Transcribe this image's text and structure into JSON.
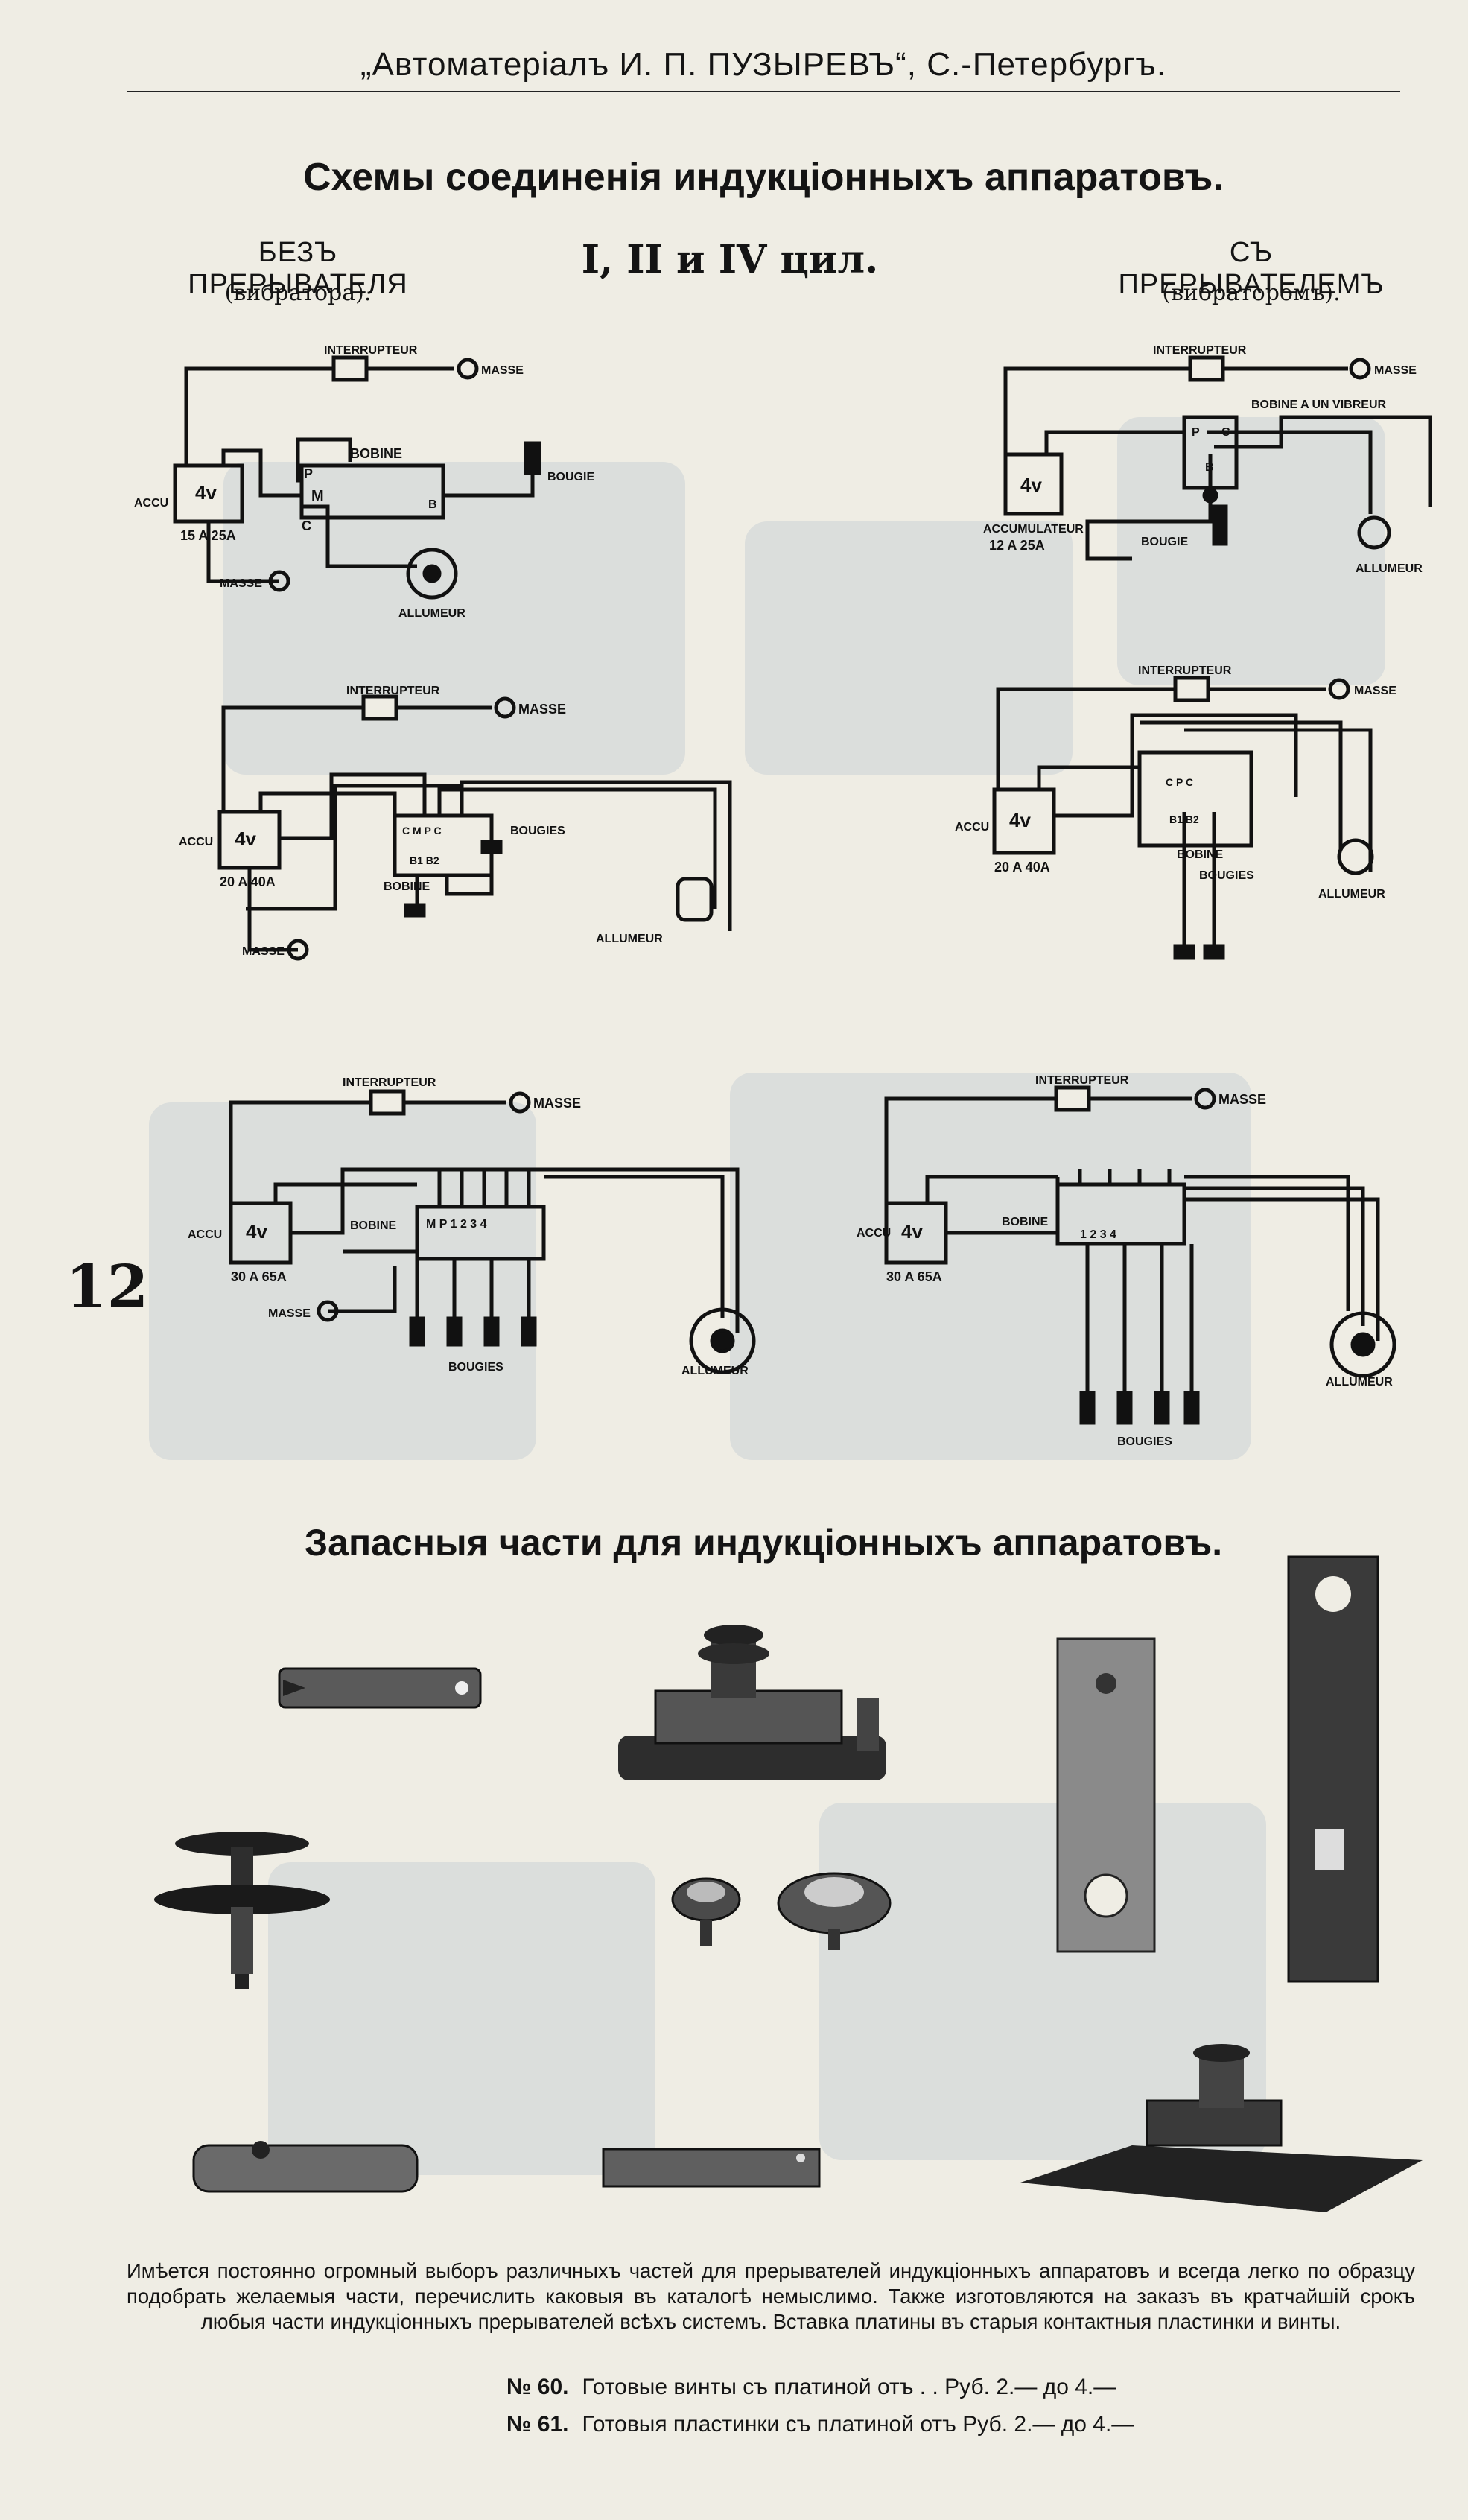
{
  "header": "„Автоматеріалъ И. П. ПУЗЫРЕВЪ“, С.-Петербургъ.",
  "title": "Схемы соединенія индукціонныхъ аппаратовъ.",
  "cylinders": "I, II и IV цил.",
  "left_label": "БЕЗЪ ПРЕРЫВАТЕЛЯ",
  "left_sub": "(вибратора).",
  "right_label": "СЪ ПРЕРЫВАТЕЛЕМЪ",
  "right_sub": "(вибраторомъ).",
  "page_number": "12",
  "diagrams": {
    "d1": {
      "interrupteur": "INTERRUPTEUR",
      "masse_top": "MASSE",
      "accu": "ACCU",
      "volt": "4v",
      "capacity": "15 A 25A",
      "bobine": "BOBINE",
      "p": "P",
      "m": "M",
      "b": "B",
      "c": "C",
      "bougie": "BOUGIE",
      "masse_bottom": "MASSE",
      "allumeur": "ALLUMEUR"
    },
    "d2": {
      "interrupteur": "INTERRUPTEUR",
      "masse_top": "MASSE",
      "accumulateur": "ACCUMULATEUR",
      "volt": "4v",
      "capacity": "12 A 25A",
      "bobine": "BOBINE A UN VIBREUR",
      "p": "P",
      "c": "C",
      "b": "B",
      "bougie": "BOUGIE",
      "allumeur": "ALLUMEUR"
    },
    "d3": {
      "interrupteur": "INTERRUPTEUR",
      "masse_top": "MASSE",
      "accu": "ACCU",
      "volt": "4v",
      "capacity": "20 A 40A",
      "bobine": "BOBINE",
      "terms_top": "C M P C",
      "terms_bottom": "B1 B2",
      "bougies": "BOUGIES",
      "masse_bottom": "MASSE",
      "allumeur": "ALLUMEUR"
    },
    "d4": {
      "interrupteur": "INTERRUPTEUR",
      "masse_top": "MASSE",
      "accu": "ACCU",
      "volt": "4v",
      "capacity": "20 A 40A",
      "bobine": "BOBINE",
      "terms_top": "C P C",
      "terms_bottom": "B1 B2",
      "bougies": "BOUGIES",
      "allumeur": "ALLUMEUR"
    },
    "d5": {
      "interrupteur": "INTERRUPTEUR",
      "masse_top": "MASSE",
      "accu": "ACCU",
      "volt": "4v",
      "capacity": "30 A 65A",
      "bobine": "BOBINE",
      "terms": "M P 1 2 3 4",
      "bougies": "BOUGIES",
      "masse_bottom": "MASSE",
      "allumeur": "ALLUMEUR"
    },
    "d6": {
      "interrupteur": "INTERRUPTEUR",
      "masse_top": "MASSE",
      "accu": "ACCU",
      "volt": "4v",
      "capacity": "30 A 65A",
      "bobine": "BOBINE",
      "terms": "1 2 3 4",
      "bougies": "BOUGIES",
      "allumeur": "ALLUMEUR"
    }
  },
  "parts_title": "Запасныя части для индукціонныхъ аппаратовъ.",
  "description": "Имѣется постоянно огромный выборъ различныхъ частей для прерывателей индукціонныхъ аппаратовъ и всегда легко по образцу подобрать желаемыя части, перечислить каковыя въ каталогѣ немыслимо. Также изготовляются на заказъ въ кратчайшій срокъ любыя части индукціонныхъ прерывателей всѣхъ системъ. Вставка платины въ старыя контактныя пластинки и винты.",
  "prices": [
    {
      "number": "№ 60.",
      "text": "Готовые винты съ платиной отъ  . . Руб. 2.— до 4.—"
    },
    {
      "number": "№ 61.",
      "text": "Готовыя пластинки съ платиной отъ Руб. 2.— до 4.—"
    }
  ]
}
